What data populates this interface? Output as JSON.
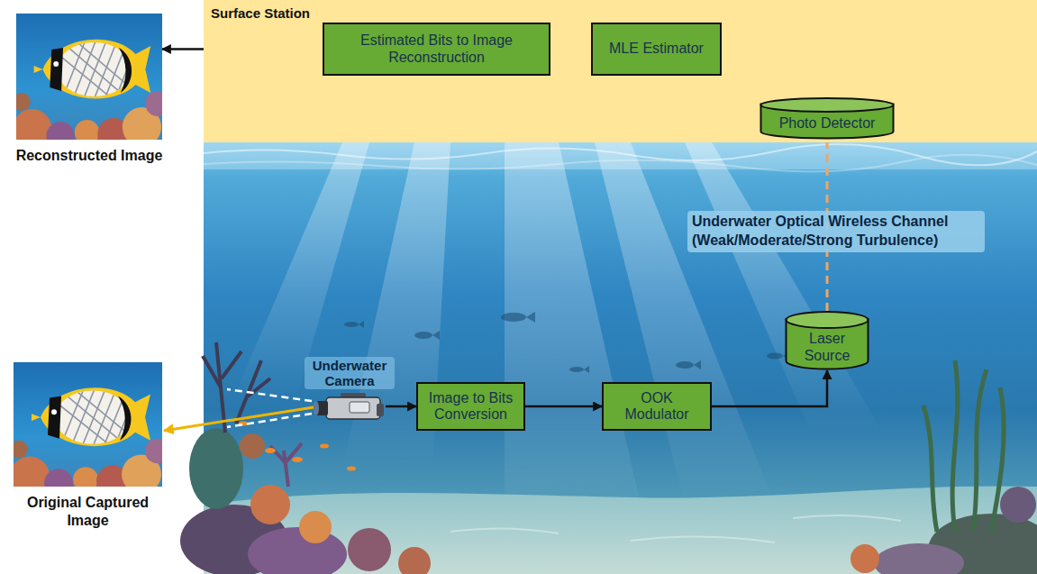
{
  "diagram": {
    "nodes": [
      {
        "text": [
          "Surface Station"
        ]
      },
      {
        "text": [
          "Estimated Bits to Image Reconstruction"
        ],
        "in": 0
      },
      {
        "text": [
          "MLE Estimator"
        ],
        "in": 0
      },
      {
        "text": [
          "Photo Detector"
        ],
        "in": 0
      },
      {
        "text": [
          "Reconstructed Image"
        ]
      },
      {
        "text": [
          "Laser Source"
        ]
      },
      {
        "text": [
          "Underwater Camera"
        ]
      },
      {
        "text": [
          "Image to Bits Conversion"
        ]
      },
      {
        "text": [
          "OOK Modulator"
        ]
      },
      {
        "text": [
          "Original Captured Image"
        ]
      }
    ],
    "edges": [
      {
        "from": 2,
        "to": 1,
        "arrow": "to"
      },
      {
        "from": 3,
        "to": 2,
        "arrow": "to"
      },
      {
        "from": 1,
        "to": 4,
        "arrow": "to"
      },
      {
        "from": 5,
        "to": 3,
        "arrow": "none",
        "label": "Underwater Optical Wireless Channel (Weak/Moderate/Strong Turbulence)"
      },
      {
        "from": 6,
        "to": 7,
        "arrow": "to"
      },
      {
        "from": 7,
        "to": 8,
        "arrow": "to"
      },
      {
        "from": 8,
        "to": 5,
        "arrow": "to"
      },
      {
        "from": 6,
        "to": 9,
        "arrow": "to"
      }
    ]
  }
}
